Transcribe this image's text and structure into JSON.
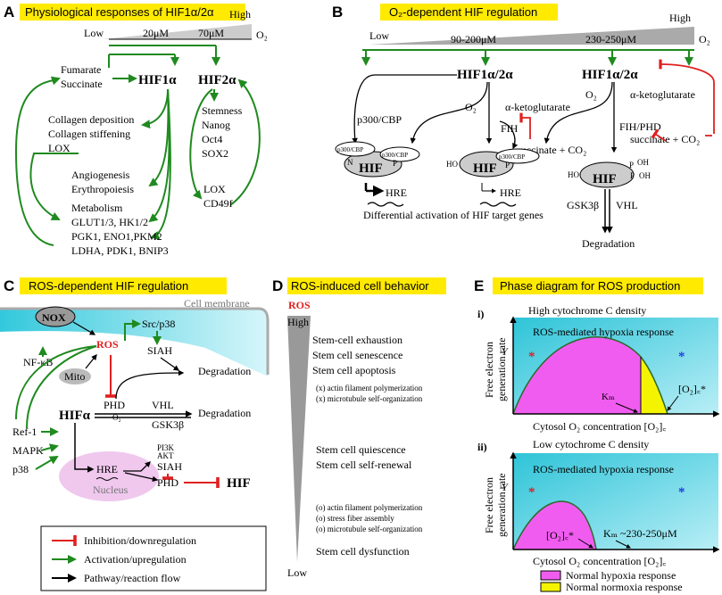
{
  "colors": {
    "highlight": "#ffea00",
    "activation": "#1f8a1f",
    "inhibition": "#e02020",
    "cyan": "#33c8dc",
    "magenta": "#f05cf0",
    "yellow": "#f4f400",
    "gray_fill": "#cccccc"
  },
  "icons": {
    "membrane": "cell-membrane-curve",
    "nucleus": "nucleus-ellipse",
    "hif_complex": "hif-protein-blob",
    "hre_dna": "dna-squiggle"
  },
  "panelA": {
    "letter": "A",
    "title": "Physiological responses of HIF1α/2α",
    "gradient": {
      "low": "Low",
      "t1": "20μM",
      "t2": "70μM",
      "high": "High",
      "o2": "O₂"
    },
    "fumarate": "Fumarate",
    "succinate": "Succinate",
    "hif1": "HIF1α",
    "hif2": "HIF2α",
    "left_items": [
      "Collagen deposition",
      "Collagen stiffening",
      "LOX",
      "Angiogenesis",
      "Erythropoiesis",
      "Metabolism",
      "GLUT1/3, HK1/2",
      "PGK1, ENO1,PKM2",
      "LDHA, PDK1, BNIP3"
    ],
    "right_items": [
      "Stemness",
      "Nanog",
      "Oct4",
      "SOX2",
      "LOX",
      "CD49f"
    ]
  },
  "panelB": {
    "letter": "B",
    "title": "O₂-dependent HIF regulation",
    "gradient": {
      "low": "Low",
      "mid": "90-200μM",
      "high_range": "230-250μM",
      "high": "High",
      "o2": "O₂"
    },
    "hif_left": "HIF1α/2α",
    "hif_right": "HIF1α/2α",
    "p300": "p300/CBP",
    "o2": "O₂",
    "akg": "α-ketoglutarate",
    "fih": "FIH",
    "fih_phd": "FIH/PHD",
    "succ_co2": "succinate + CO₂",
    "hif": "HIF",
    "n": "N",
    "p": "P",
    "ho": "HO",
    "oh": "OH",
    "hre": "HRE",
    "diff_text": "Differential activation of HIF target genes",
    "gsk": "GSK3β",
    "vhl": "VHL",
    "degradation": "Degradation"
  },
  "panelC": {
    "letter": "C",
    "title": "ROS-dependent HIF regulation",
    "nox": "NOX",
    "membrane": "Cell membrane",
    "ros": "ROS",
    "src": "Src/p38",
    "siah": "SIAH",
    "degradation": "Degradation",
    "nfkb": "NF-κB",
    "mito": "Mito",
    "phd": "PHD",
    "o2": "O₂",
    "vhl": "VHL",
    "gsk": "GSK3β",
    "hif_alpha": "HIFα",
    "ref1": "Ref-1",
    "mapk": "MAPK",
    "p38": "p38",
    "pi3k": "PI3K",
    "akt": "AKT",
    "siah2": "SIAH",
    "hre": "HRE",
    "phd2": "PHD",
    "nucleus": "Nucleus",
    "hif": "HIF",
    "legend": [
      "Inhibition/downregulation",
      "Activation/upregulation",
      "Pathway/reaction flow"
    ]
  },
  "panelD": {
    "letter": "D",
    "title": "ROS-induced cell behavior",
    "ros": "ROS",
    "high": "High",
    "low": "Low",
    "items": [
      "Stem-cell exhaustion",
      "Stem cell senescence",
      "Stem cell apoptosis"
    ],
    "notes1": [
      "(x) actin filament polymerization",
      "(x) microtubule self-organization"
    ],
    "items2": [
      "Stem cell quiescence",
      "Stem cell self-renewal"
    ],
    "notes2": [
      "(o) actin filament polymerization",
      "(o) stress fiber assembly",
      "(o) microtubule self-organization"
    ],
    "items3": [
      "Stem cell dysfunction"
    ]
  },
  "panelE": {
    "letter": "E",
    "title": "Phase diagram for ROS production",
    "i_label": "i)",
    "i_title": "High cytochrome C density",
    "ros_resp": "ROS-mediated hypoxia response",
    "ylabel1": "Free electron",
    "ylabel2": "generation rate",
    "y": "Y",
    "star": "*",
    "km": "Kₘ",
    "o2c_star": "[O₂]꜀*",
    "xlabel": "Cytosol O₂ concentration [O₂]꜀",
    "ii_label": "ii)",
    "ii_title": "Low cytochrome C density",
    "ros_resp2": "ROS-mediated hypoxia response",
    "o2c_star2": "[O₂]꜀*",
    "km2": "Kₘ ~230-250μM",
    "xlabel2": "Cytosol O₂ concentration [O₂]꜀",
    "legend": [
      "Normal hypoxia response",
      "Normal normoxia response"
    ]
  }
}
